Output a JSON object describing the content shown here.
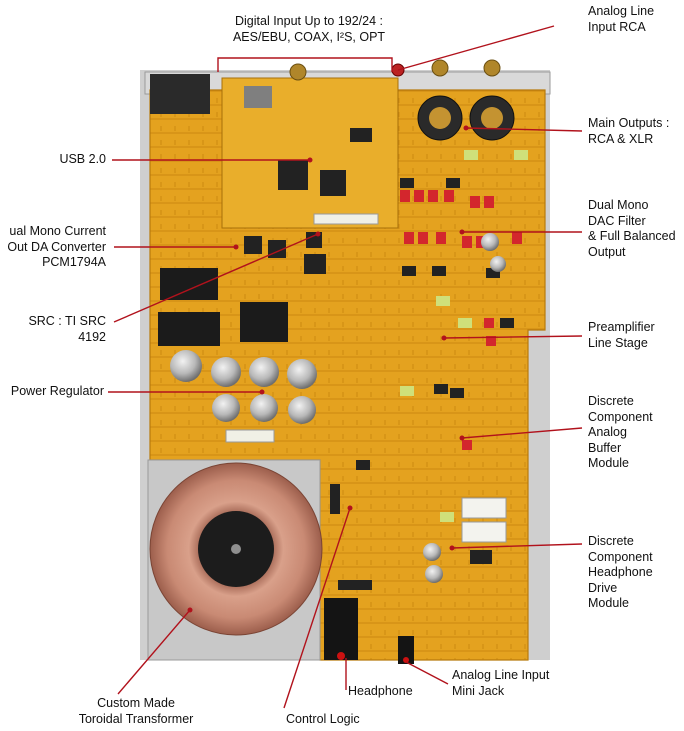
{
  "colors": {
    "pcb": "#e4a21f",
    "pcb_dark": "#cf8a12",
    "chassis": "#c9c9c9",
    "leader": "#b1121c",
    "chip": "#222222",
    "cap_red": "#d3262d",
    "capacitor_silver": "#b8b8b8",
    "transformer_copper": "#c98a74"
  },
  "labels": {
    "digital_input": "Digital Input Up to 192/24 :\nAES/EBU, COAX, I²S, OPT",
    "analog_line_input_rca": "Analog Line\nInput RCA",
    "usb": "USB 2.0",
    "main_outputs": "Main Outputs :\nRCA & XLR",
    "dual_mono_dac": "ual Mono Current\nOut DA Converter\nPCM1794A",
    "dac_filter": "Dual Mono\nDAC Filter\n& Full Balanced\nOutput",
    "src": "SRC : TI SRC 4192",
    "preamp": "Preamplifier\nLine Stage",
    "power_regulator": "Power Regulator",
    "analog_buffer": "Discrete\nComponent\nAnalog\nBuffer\nModule",
    "headphone_drive": "Discrete\nComponent\nHeadphone\nDrive\nModule",
    "toroidal": "Custom Made\nToroidal Transformer",
    "control_logic": "Control Logic",
    "headphone": "Headphone",
    "mini_jack": "Analog Line Input\nMini Jack"
  }
}
